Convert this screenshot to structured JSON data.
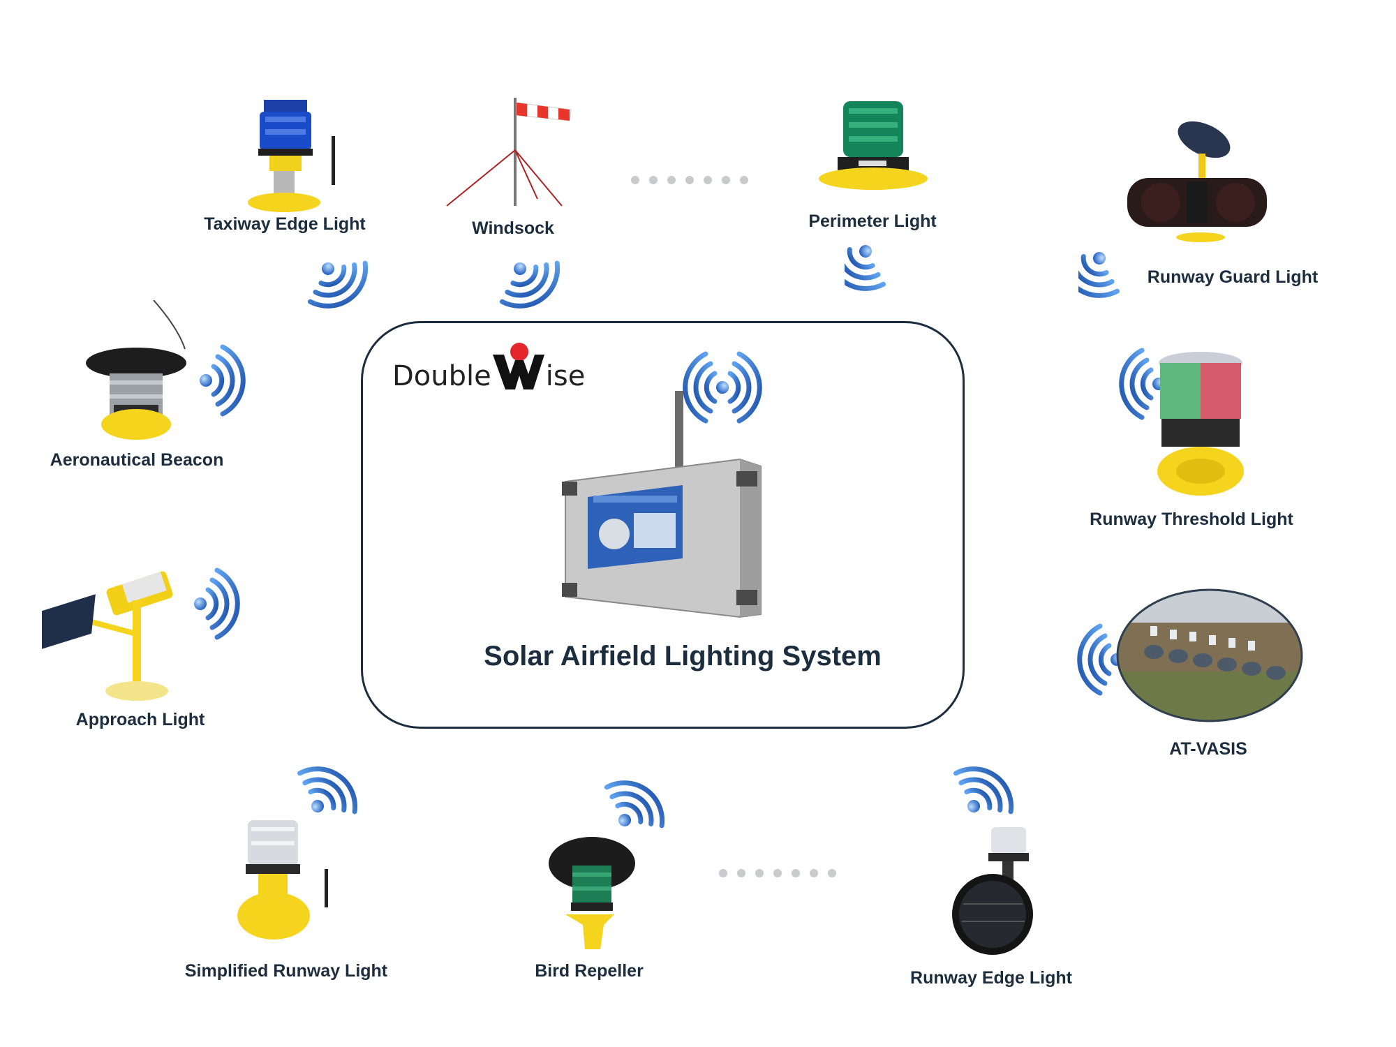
{
  "brand": {
    "part1": "Double",
    "part2": "ise"
  },
  "system": {
    "title": "Solar Airfield Lighting System"
  },
  "devices": {
    "taxiway_edge": "Taxiway Edge Light",
    "windsock": "Windsock",
    "perimeter": "Perimeter Light",
    "runway_guard": "Runway Guard Light",
    "aeronautical_beacon": "Aeronautical Beacon",
    "runway_threshold": "Runway Threshold Light",
    "approach": "Approach Light",
    "at_vasis": "AT-VASIS",
    "simplified_runway": "Simplified Runway Light",
    "bird_repeller": "Bird Repeller",
    "runway_edge": "Runway Edge Light"
  },
  "colors": {
    "text": "#1c2d3e",
    "signal_blue": "#2a6fd6",
    "safety_yellow": "#f4d41c",
    "ellipsis_grey": "#c8cacc"
  },
  "icons": [
    "wireless-signal-icon",
    "logo-w-icon",
    "ellipsis-icon"
  ]
}
